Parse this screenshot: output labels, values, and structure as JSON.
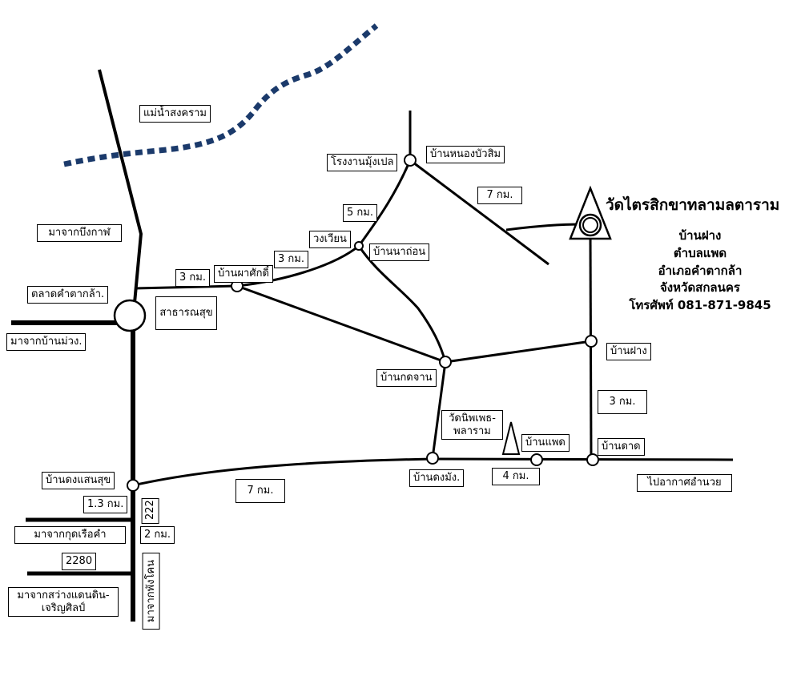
{
  "temple": {
    "name": "วัดไตรสิกขาทลามลตาราม",
    "village": "บ้านฝาง",
    "subdistrict": "ตำบลแพด",
    "district": "อำเภอคำตากล้า",
    "province": "จังหวัดสกลนคร",
    "phone": "โทรศัพท์ 081-871-9845"
  },
  "river_label": "แม่น้ำสงคราม",
  "places": {
    "ban_nong_bua_sim": "บ้านหนองบัวสิม",
    "mung_pel_factory": "โรงงานมุ้งเปล",
    "wong_wian": "วงเวียน",
    "ban_na_thon": "บ้านนาถ่อน",
    "ban_pha_sak": "บ้านผาศักดิ์",
    "talat_kham_ta_kla": "ตลาดคำตากล้า.",
    "satharanasuk": "สาธารณสุข",
    "ban_kot_chan": "บ้านกดจาน",
    "ban_fang": "บ้านฝาง",
    "wat_nip_phet": "วัดนิพเพธ-พลาราม",
    "ban_phaet": "บ้านแพด",
    "ban_dat": "บ้านดาด",
    "ban_dong_mang": "บ้านดงมัง.",
    "ban_dong_saen_suk": "บ้านดงแสนสุข",
    "to_akat_amnuai": "ไปอากาศอำนวย"
  },
  "from_labels": {
    "from_bueng_kan": "มาจากบึงกาฬ",
    "from_ban_muang": "มาจากบ้านม่วง.",
    "from_kut_ruea_kham": "มาจากกุดเรือคำ",
    "from_sawang_daen_din": "มาจากสว่างแดนดิน-เจริญศิลป์",
    "from_phang_khon": "มาจากพังโคน"
  },
  "distances": {
    "d_7km_top": "7 กม.",
    "d_5km": "5 กม.",
    "d_3km_a": "3 กม.",
    "d_3km_b": "3 กม.",
    "d_3km_right": "3 กม.",
    "d_7km_bottom": "7 กม.",
    "d_4km": "4 กม.",
    "d_1_3km": "1.3 กม.",
    "d_2km": "2 กม."
  },
  "route_numbers": {
    "r222": "222",
    "r2280": "2280"
  },
  "colors": {
    "road": "#000000",
    "river": "#1b3a6b",
    "background": "#ffffff"
  }
}
